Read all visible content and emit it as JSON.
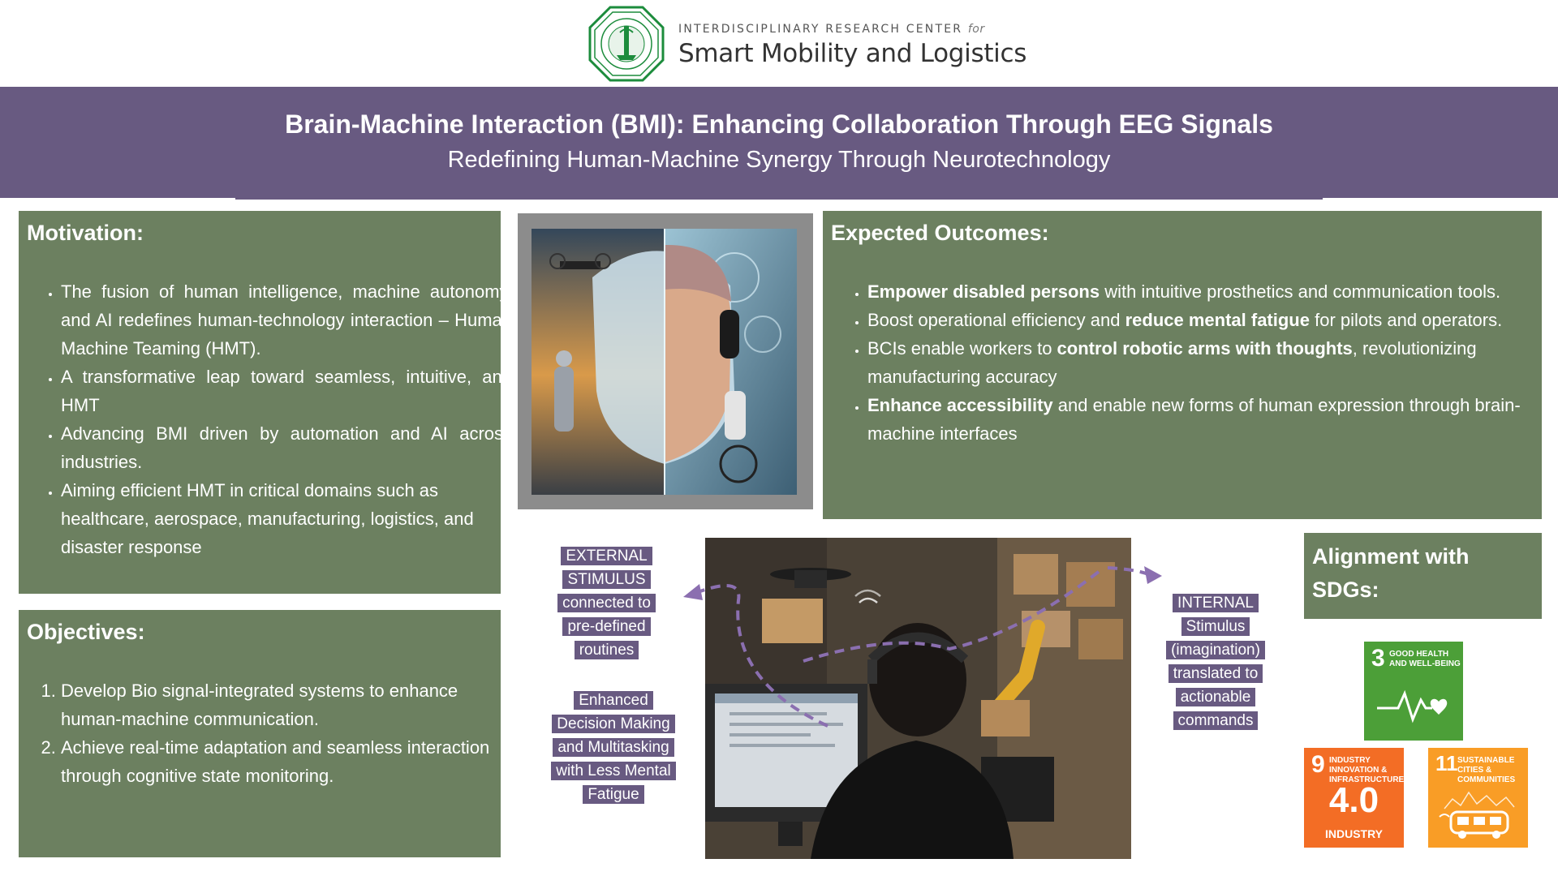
{
  "header": {
    "center_small": "INTERDISCIPLINARY RESEARCH CENTER",
    "center_for": "for",
    "center_big": "Smart Mobility and Logistics"
  },
  "banner": {
    "title": "Brain-Machine Interaction (BMI): Enhancing Collaboration Through EEG Signals",
    "subtitle": "Redefining Human-Machine Synergy Through Neurotechnology"
  },
  "motivation": {
    "heading": "Motivation:",
    "items": [
      "The fusion of human intelligence, machine autonomy, and AI redefines human-technology interaction – Human Machine Teaming (HMT).",
      "A transformative leap toward seamless, intuitive, and HMT",
      "Advancing BMI driven by automation and AI across industries.",
      "Aiming efficient HMT in critical domains such as healthcare, aerospace, manufacturing, logistics, and disaster response"
    ]
  },
  "objectives": {
    "heading": "Objectives:",
    "items": [
      "Develop Bio signal-integrated systems to enhance human-machine communication.",
      "Achieve real-time adaptation and seamless interaction through cognitive state monitoring."
    ]
  },
  "outcomes": {
    "heading": "Expected Outcomes:",
    "items": [
      {
        "bold": "Empower disabled persons",
        "pre": "",
        "post": " with intuitive prosthetics and communication tools."
      },
      {
        "pre": "Boost operational efficiency and ",
        "bold": "reduce mental fatigue",
        "post": " for pilots and operators."
      },
      {
        "pre": "BCIs enable workers to ",
        "bold": "control robotic arms with thoughts",
        "post": ", revolutionizing manufacturing accuracy"
      },
      {
        "pre": "",
        "bold": "Enhance accessibility",
        "post": " and enable new forms of human expression through brain-machine interfaces"
      }
    ]
  },
  "labels": {
    "external": [
      "EXTERNAL",
      "STIMULUS",
      "connected to",
      "pre-defined",
      "routines"
    ],
    "enhanced": [
      "Enhanced",
      "Decision Making",
      "and Multitasking",
      "with Less Mental",
      "Fatigue"
    ],
    "internal": [
      "INTERNAL",
      "Stimulus",
      "(imagination)",
      "translated to",
      "actionable",
      "commands"
    ]
  },
  "sdg": {
    "heading": "Alignment with SDGs:",
    "goal3_num": "3",
    "goal3_caption": "GOOD HEALTH AND WELL-BEING",
    "goal9_num": "9",
    "goal9_caption": "INDUSTRY INNOVATION & INFRASTRUCTURE",
    "goal9_mark": "4.0",
    "goal9_word": "INDUSTRY",
    "goal11_num": "11",
    "goal11_caption": "SUSTAINABLE CITIES & COMMUNITIES"
  },
  "colors": {
    "banner": "#685a81",
    "panel": "#6c8060",
    "sdg3": "#4c9f38",
    "sdg9": "#f36d25",
    "sdg11": "#f99d26"
  }
}
